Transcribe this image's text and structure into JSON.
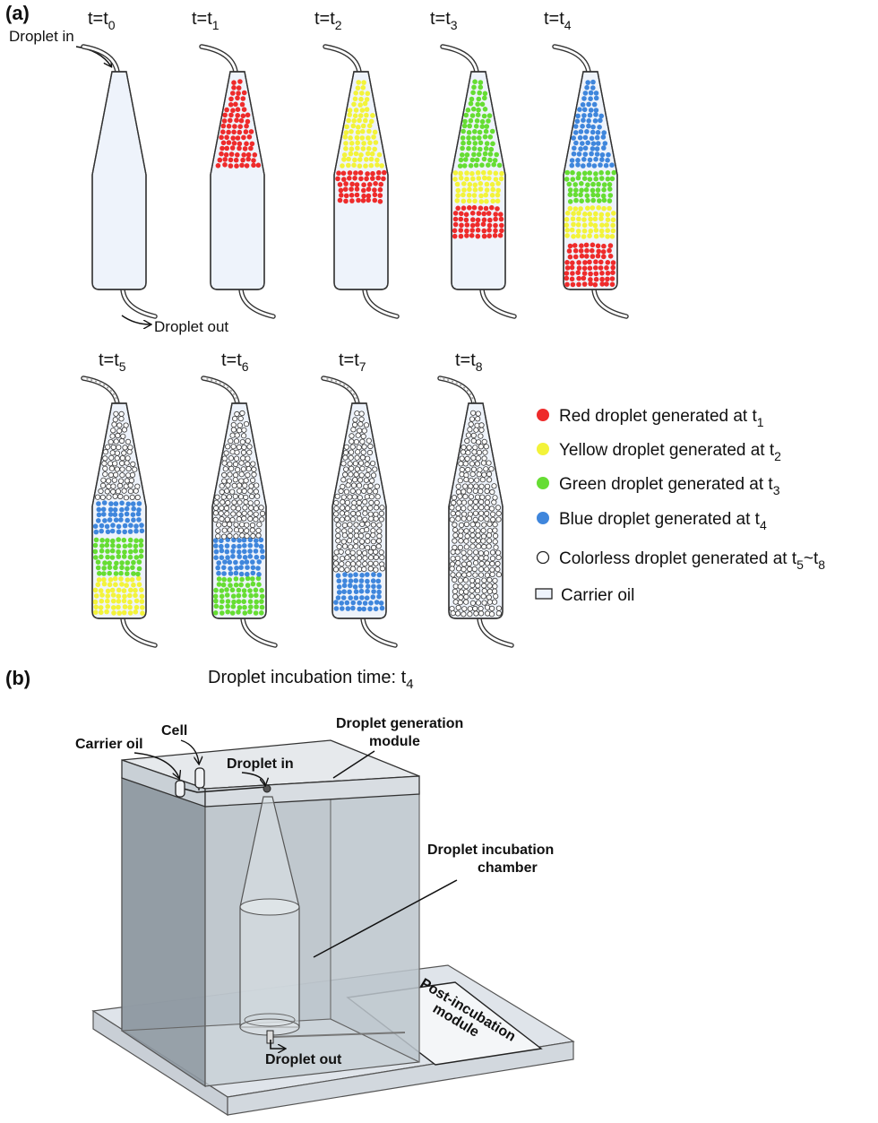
{
  "panel_a": {
    "label": "(a)",
    "droplet_in": "Droplet in",
    "droplet_out": "Droplet out",
    "times": [
      {
        "base": "t=t",
        "sub": "0"
      },
      {
        "base": "t=t",
        "sub": "1"
      },
      {
        "base": "t=t",
        "sub": "2"
      },
      {
        "base": "t=t",
        "sub": "3"
      },
      {
        "base": "t=t",
        "sub": "4"
      },
      {
        "base": "t=t",
        "sub": "5"
      },
      {
        "base": "t=t",
        "sub": "6"
      },
      {
        "base": "t=t",
        "sub": "7"
      },
      {
        "base": "t=t",
        "sub": "8"
      }
    ],
    "incubation_label": "Droplet incubation time: t",
    "incubation_sub": "4",
    "legend": [
      {
        "text": "Red droplet generated at t",
        "sub": "1",
        "color": "#ee2b2b"
      },
      {
        "text": "Yellow droplet generated at t",
        "sub": "2",
        "color": "#f3f33a"
      },
      {
        "text": "Green droplet generated at t",
        "sub": "3",
        "color": "#66dd33"
      },
      {
        "text": "Blue droplet generated at t",
        "sub": "4",
        "color": "#3f86dc"
      },
      {
        "text": "Colorless droplet generated at t",
        "sub": "5",
        "sub_suffix": "~t",
        "sub2": "8",
        "color": "#ffffff"
      },
      {
        "text": "Carrier oil",
        "color": "#eef3fb"
      }
    ],
    "colors": {
      "red": "#ee2b2b",
      "yellow": "#f3f33a",
      "green": "#66dd33",
      "blue": "#3f86dc",
      "colorless": "#ffffff",
      "oil": "#eef3fb"
    }
  },
  "panel_b": {
    "label": "(b)",
    "carrier_oil": "Carrier oil",
    "cell": "Cell",
    "droplet_in": "Droplet in",
    "droplet_out": "Droplet out",
    "generation_module": [
      "Droplet generation",
      "module"
    ],
    "incubation_chamber": [
      "Droplet incubation",
      "chamber"
    ],
    "post_incubation": [
      "Post-incubation",
      "module"
    ]
  }
}
